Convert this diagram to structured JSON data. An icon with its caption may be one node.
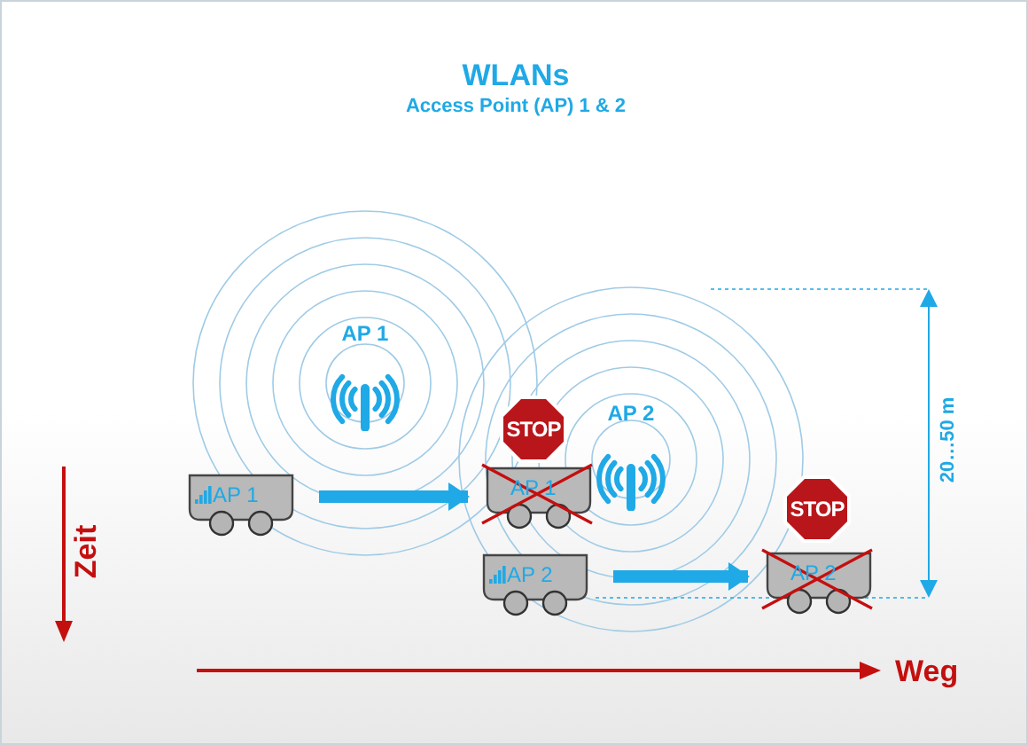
{
  "diagram": {
    "title": "WLANs",
    "nodes": [
      {
        "text": [
          "AP 1"
        ]
      },
      {
        "text": [
          "AP 2"
        ]
      },
      {
        "text": [
          "AP 1"
        ]
      },
      {
        "text": [
          "AP 1"
        ]
      },
      {
        "text": [
          "STOP"
        ]
      },
      {
        "text": [
          "AP 2"
        ]
      },
      {
        "text": [
          "AP 2"
        ]
      },
      {
        "text": [
          "STOP"
        ]
      }
    ],
    "edges": [
      {
        "from": 2,
        "to": 3,
        "arrow": "to"
      },
      {
        "from": 5,
        "to": 6,
        "arrow": "to"
      }
    ],
    "labels": [
      "Access Point (AP) 1 & 2",
      "20…50 m",
      "Zeit",
      "Weg"
    ]
  }
}
